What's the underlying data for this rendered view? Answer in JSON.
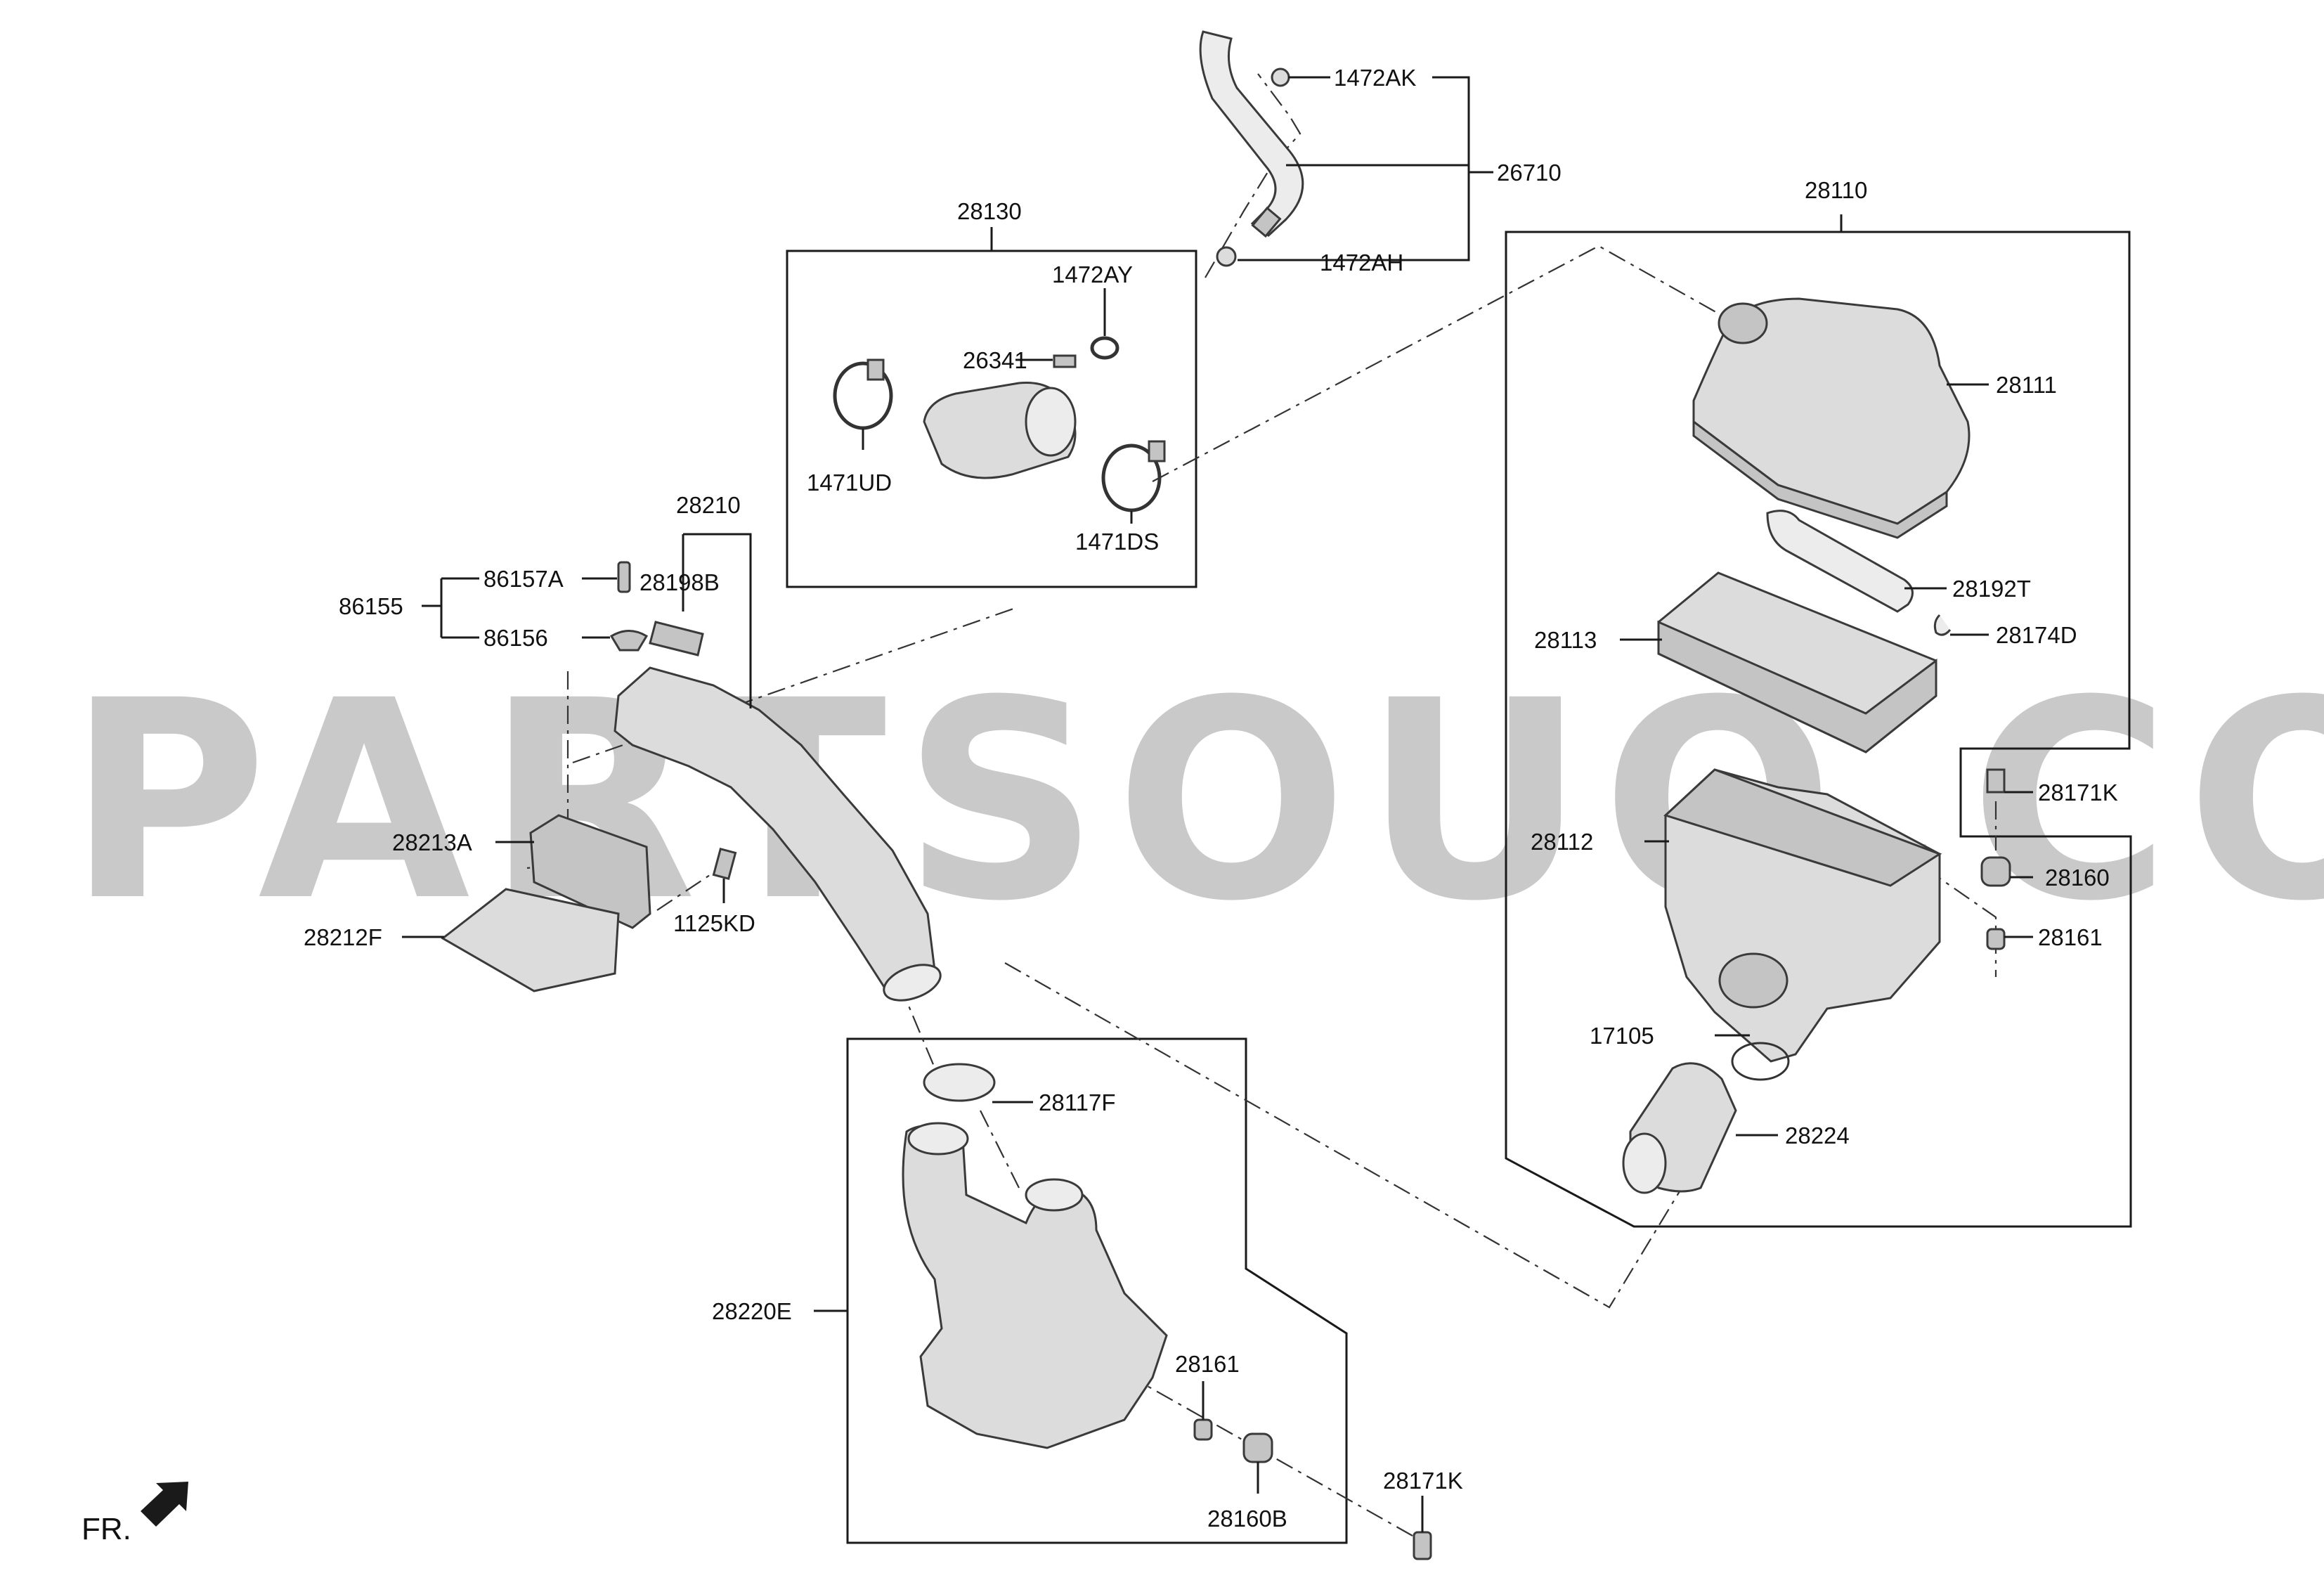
{
  "watermark": "PARTSOUQ.COM",
  "direction_label": "FR.",
  "part_labels": {
    "p1472AK": "1472AK",
    "p26710": "26710",
    "p28130": "28130",
    "p1472AY": "1472AY",
    "p1472AH": "1472AH",
    "p26341": "26341",
    "p1471UD": "1471UD",
    "p1471DS": "1471DS",
    "p28110": "28110",
    "p28111": "28111",
    "p28192T": "28192T",
    "p28113": "28113",
    "p28174D": "28174D",
    "p28171K_a": "28171K",
    "p28112": "28112",
    "p28160": "28160",
    "p28161_a": "28161",
    "p17105": "17105",
    "p28224": "28224",
    "p28210": "28210",
    "p86157A": "86157A",
    "p28198B": "28198B",
    "p86155": "86155",
    "p86156": "86156",
    "p28213A": "28213A",
    "p1125KD": "1125KD",
    "p28212F": "28212F",
    "p28117F": "28117F",
    "p28220E": "28220E",
    "p28161_b": "28161",
    "p28160B": "28160B",
    "p28171K_b": "28171K"
  }
}
